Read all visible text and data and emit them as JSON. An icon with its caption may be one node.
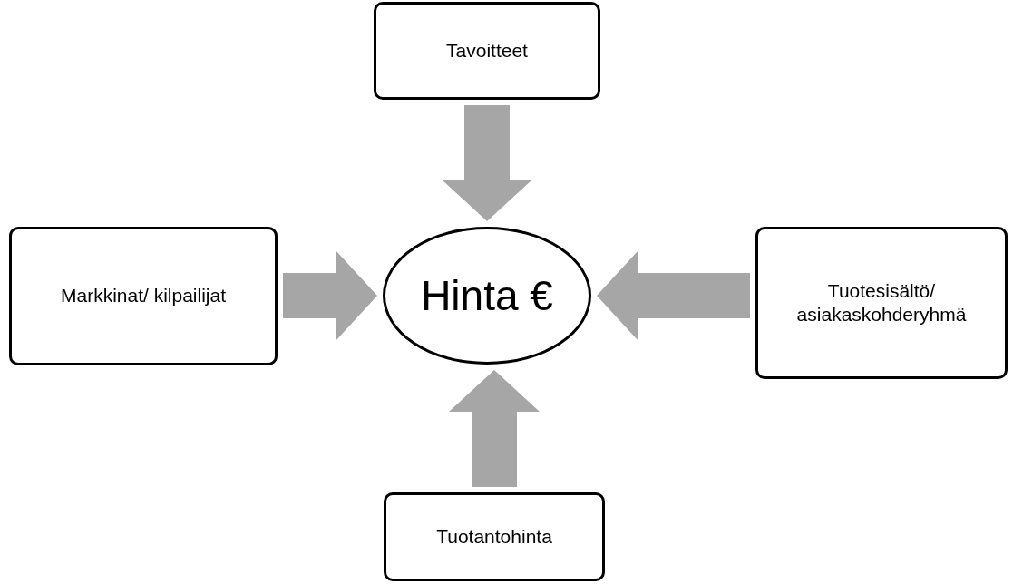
{
  "diagram": {
    "nodes": [
      {
        "text": [
          "Tavoitteet"
        ]
      },
      {
        "text": [
          "Markkinat/ kilpailijat"
        ]
      },
      {
        "text": [
          "Hinta €"
        ]
      },
      {
        "text": [
          "Tuotesisältö/ asiakaskohderyhmä"
        ]
      },
      {
        "text": [
          "Tuotantohinta"
        ]
      }
    ],
    "edges": [
      {
        "from": 0,
        "to": 2,
        "arrow": "to"
      },
      {
        "from": 1,
        "to": 2,
        "arrow": "to"
      },
      {
        "from": 3,
        "to": 2,
        "arrow": "to"
      },
      {
        "from": 4,
        "to": 2,
        "arrow": "to"
      }
    ]
  }
}
